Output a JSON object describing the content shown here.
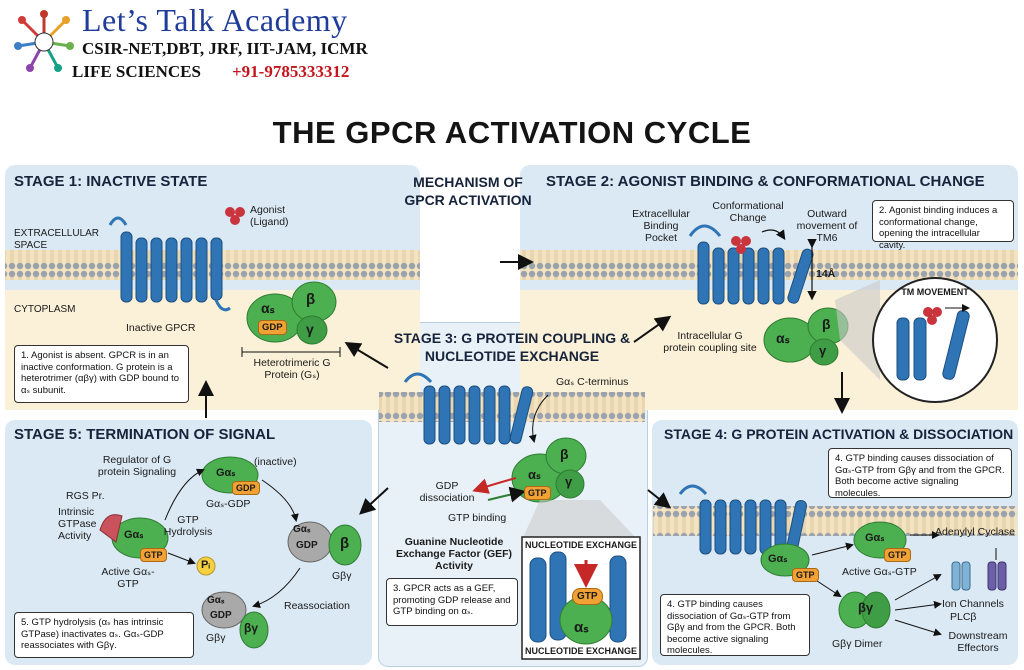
{
  "brand": {
    "name": "Let’s Talk Academy",
    "line1": "CSIR-NET,DBT, JRF, IIT-JAM, ICMR",
    "line2_subject": "LIFE SCIENCES",
    "line2_phone": "+91-9785333312"
  },
  "title": "THE GPCR ACTIVATION CYCLE",
  "center_heading": "MECHANISM OF GPCR ACTIVATION",
  "stage1": {
    "title": "STAGE 1: INACTIVE STATE",
    "agonist": "Agonist (Ligand)",
    "extracellular": "EXTRACELLULAR SPACE",
    "cytoplasm": "CYTOPLASM",
    "receptor": "Inactive GPCR",
    "heterotrimer": "Heterotrimeric G Protein (Gₛ)",
    "note": "1. Agonist is absent. GPCR is in an inactive conformation. G protein is a heterotrimer (αβγ) with GDP bound to αₛ subunit."
  },
  "stage2": {
    "title": "STAGE 2: AGONIST BINDING & CONFORMATIONAL CHANGE",
    "binding_pocket": "Extracellular Binding Pocket",
    "conformational_change": "Conformational Change",
    "outward_movement": "Outward movement of TM6",
    "distance": "14Å",
    "coupling_site": "Intracellular G protein coupling site",
    "tm_movement": "TM MOVEMENT",
    "note": "2. Agonist binding induces a conformational change, opening the intracellular cavity."
  },
  "stage3": {
    "title": "STAGE 3: G PROTEIN COUPLING & NUCLEOTIDE EXCHANGE",
    "c_terminus": "Gαₛ C-terminus",
    "gdp_dissociation": "GDP dissociation",
    "gtp_binding": "GTP binding",
    "gef": "Guanine Nucleotide Exchange Factor (GEF) Activity",
    "inset": "NUCLEOTIDE EXCHANGE",
    "note": "3. GPCR acts as a GEF, promoting GDP release and GTP binding on αₛ."
  },
  "stage4": {
    "title": "STAGE 4: G PROTEIN ACTIVATION & DISSOCIATION",
    "note_top": "4. GTP binding causes dissociation of Gαₛ-GTP from Gβγ and from the GPCR. Both become active signaling molecules.",
    "active": "Active Gαₛ-GTP",
    "adenylyl": "Adenylyl Cyclase",
    "dimer": "Gβγ Dimer",
    "ion_channels": "Ion Channels",
    "plc": "PLCβ",
    "downstream": "Downstream Effectors",
    "note_bottom": "4. GTP binding causes dissociation of Gαₛ-GTP from Gβγ and from the GPCR. Both become active signaling molecules."
  },
  "stage5": {
    "title": "STAGE 5: TERMINATION OF SIGNAL",
    "regulator": "Regulator of G protein Signaling",
    "rgs": "RGS Pr.",
    "intrinsic": "Intrinsic GTPase Activity",
    "inactive": "(inactive)",
    "gdp_label": "Gαₛ-GDP",
    "hydrolysis": "GTP Hydrolysis",
    "active": "Active Gαₛ-GTP",
    "pi": "Pᵢ",
    "reassociation": "Reassociation",
    "note": "5. GTP hydrolysis (αₛ has intrinsic GTPase) inactivates αₛ. Gαₛ-GDP reassociates with Gβγ."
  },
  "molecules": {
    "alpha": "αₛ",
    "galpha": "Gαₛ",
    "beta": "β",
    "gamma": "γ",
    "betagamma": "βγ",
    "gbg": "Gβγ",
    "gdp": "GDP",
    "gtp": "GTP",
    "gs_gdp": "Gαₛ-GDP"
  },
  "colors": {
    "title_blue": "#1f3c9a",
    "panel_bg": "#dbe9f4",
    "membrane_head": "#9aa2ad",
    "membrane_tail": "#f3e3c0",
    "receptor_blue": "#2f74b5",
    "gprotein_green": "#4caf50",
    "gdp_orange": "#f2a134",
    "rgs_red": "#c9525c",
    "phone_red": "#c4161c"
  }
}
